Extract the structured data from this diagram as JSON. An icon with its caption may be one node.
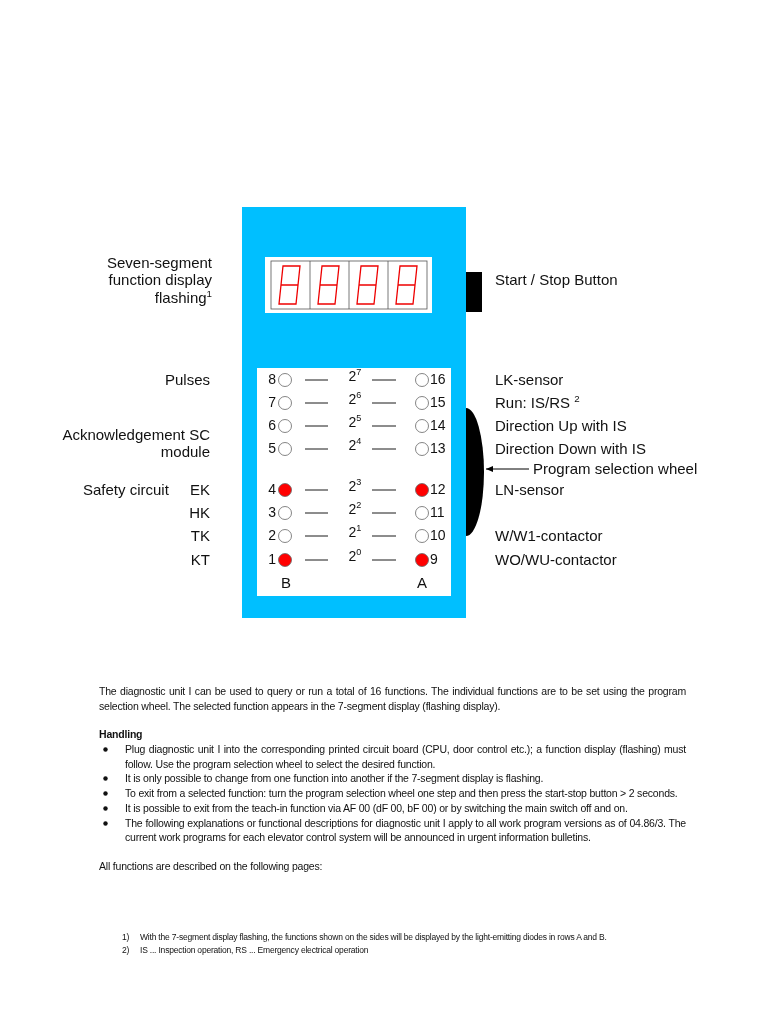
{
  "diagram": {
    "nodes": [
      {
        "text": [
          "Program selection wheel"
        ]
      },
      {
        "text": [],
        "shape": "circle"
      }
    ],
    "edges": [
      {
        "from": 0,
        "to": 1,
        "arrow": "to"
      }
    ],
    "labels": [
      "Seven-segment function display flashing$^{1}$",
      "Start / Stop Button",
      "Pulses",
      "8",
      "2$^{7}$",
      "16",
      "LK-sensor",
      "7",
      "2$^{6}$",
      "15",
      "Run: IS/RS $^{2}$",
      "6",
      "2$^{5}$",
      "14",
      "Direction Up with IS",
      "Acknowledgement SC module",
      "5",
      "2$^{4}$",
      "13",
      "Direction Down with IS",
      "Safety circuit",
      "EK",
      "4",
      "2$^{3}$",
      "12",
      "LN-sensor",
      "HK",
      "3",
      "2$^{2}$",
      "11",
      "TK",
      "2",
      "2$^{1}$",
      "10",
      "W/W1-contactor",
      "KT",
      "1",
      "2$^{0}$",
      "9",
      "WO/WU-contactor",
      "B",
      "A",
      "The diagnostic unit I can be used to query or run a total of 16 functions. The individual functions are to be set using the program selection wheel. The selected function appears in the 7-segment display (flashing display).",
      "Handling",
      "Plug diagnostic unit I into the corresponding printed circuit board (CPU, door control etc.); a function display (flashing) must follow. Use the program selection wheel to select the desired function.",
      "It is only possible to change from one function into another if the 7-segment display is flashing.",
      "To exit from a selected function: turn the program selection wheel one step and then press the start-stop button > 2 seconds.",
      "It is possible to exit from the teach-in function via AF 00 (dF 00, bF 00) or by switching the main switch off and on.",
      "The following explanations or functional descriptions for diagnostic unit I apply to all work program versions as of 04.86/3. The current work programs for each elevator control system will be announced in urgent information bulletins.",
      "All functions are described on the following pages:",
      "1)",
      "With the 7-segment display flashing, the functions shown on the sides will be displayed by the light-emitting diodes in rows A and B.",
      "2)",
      "IS ... Inspection operation, RS ... Emergency electrical operation"
    ]
  }
}
